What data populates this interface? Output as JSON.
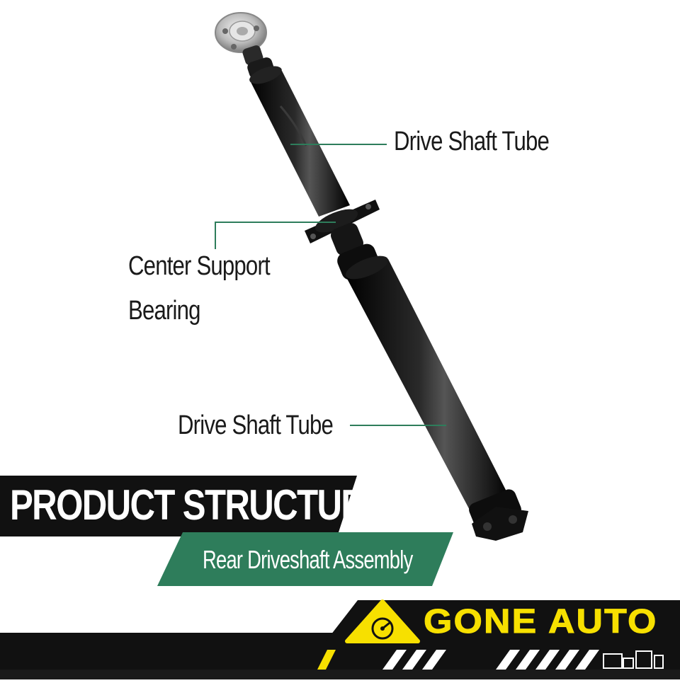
{
  "callouts": {
    "upper_tube": "Drive Shaft Tube",
    "bearing_line1": "Center Support",
    "bearing_line2": "Bearing",
    "lower_tube": "Drive Shaft Tube"
  },
  "banner": {
    "title": "PRODUCT STRUCTURE",
    "subtitle": "Rear Driveshaft Assembly"
  },
  "brand": {
    "name": "GONE AUTO"
  },
  "colors": {
    "accent_green": "#2e7d5b",
    "brand_yellow": "#f7e000",
    "band_black": "#111111",
    "shaft_black": "#0d0d0d",
    "flange_silver": "#c9c9c9"
  },
  "icons": [
    "speedometer-warning-icon",
    "truck-icons"
  ]
}
